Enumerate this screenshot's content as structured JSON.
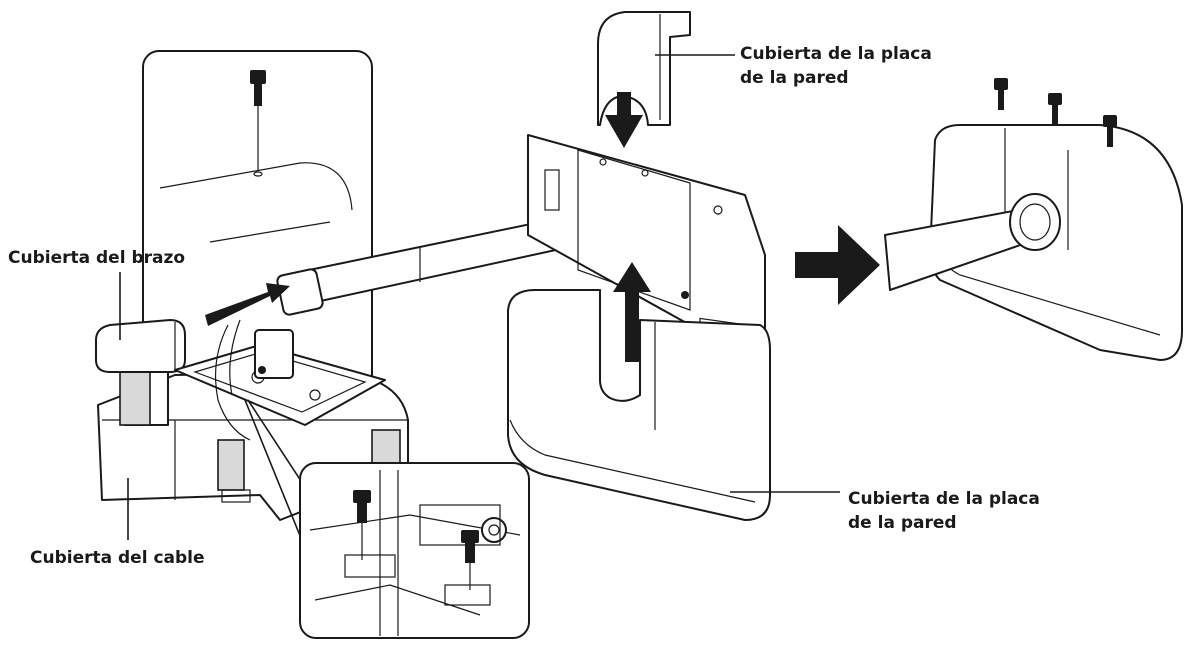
{
  "labels": {
    "wall_cover_top_line1": "Cubierta de la placa",
    "wall_cover_top_line2": "de la pared",
    "arm_cover": "Cubierta del brazo",
    "cable_cover": "Cubierta del cable",
    "wall_cover_bottom_line1": "Cubierta de la placa",
    "wall_cover_bottom_line2": "de la pared"
  },
  "colors": {
    "ink": "#1a1a1a",
    "shade": "#d9d9d9",
    "paper": "#ffffff"
  },
  "icons": [
    "screw-icon",
    "direction-arrow-icon",
    "assembly-arrow-icon"
  ]
}
